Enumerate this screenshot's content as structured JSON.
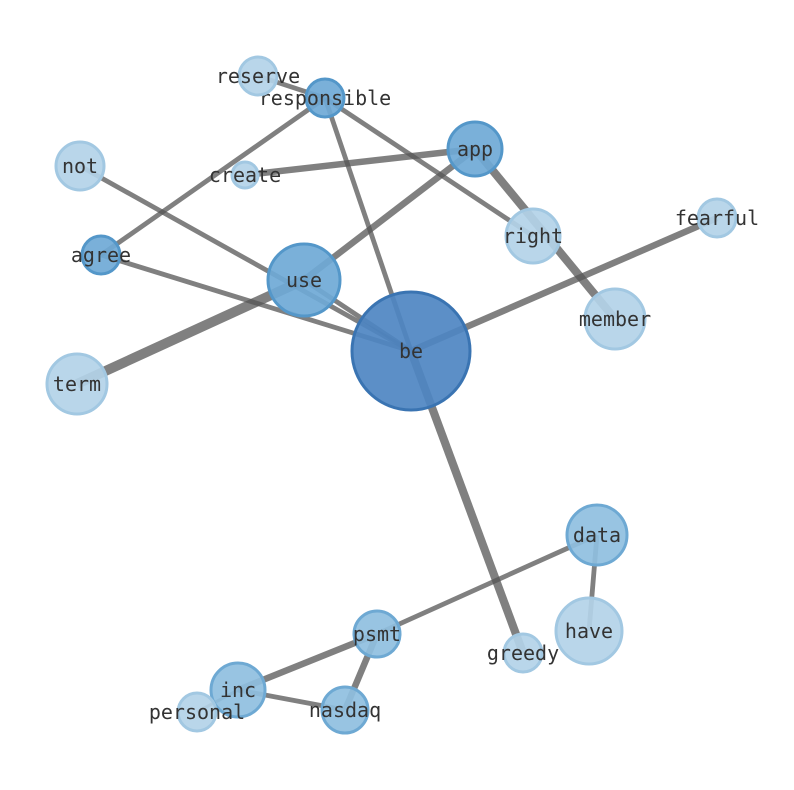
{
  "colors": {
    "level1": "#b3d3e8",
    "level2": "#8fbfe0",
    "level3": "#6fa9d6",
    "level4": "#4e86c2",
    "edge": "#555555",
    "label": "#333333"
  },
  "nodes": [
    {
      "id": "be",
      "label": "be",
      "level": 4
    },
    {
      "id": "use",
      "label": "use",
      "level": 3
    },
    {
      "id": "app",
      "label": "app",
      "level": 3
    },
    {
      "id": "responsible",
      "label": "responsible",
      "level": 3
    },
    {
      "id": "agree",
      "label": "agree",
      "level": 3
    },
    {
      "id": "data",
      "label": "data",
      "level": 2
    },
    {
      "id": "psmt",
      "label": "psmt",
      "level": 2
    },
    {
      "id": "inc",
      "label": "inc",
      "level": 2
    },
    {
      "id": "nasdaq",
      "label": "nasdaq",
      "level": 2
    },
    {
      "id": "reserve",
      "label": "reserve",
      "level": 1
    },
    {
      "id": "not",
      "label": "not",
      "level": 1
    },
    {
      "id": "create",
      "label": "create",
      "level": 1
    },
    {
      "id": "right",
      "label": "right",
      "level": 1
    },
    {
      "id": "fearful",
      "label": "fearful",
      "level": 1
    },
    {
      "id": "member",
      "label": "member",
      "level": 1
    },
    {
      "id": "term",
      "label": "term",
      "level": 1
    },
    {
      "id": "have",
      "label": "have",
      "level": 1
    },
    {
      "id": "greedy",
      "label": "greedy",
      "level": 1
    },
    {
      "id": "personal",
      "label": "personal",
      "level": 1
    }
  ],
  "edges": [
    {
      "source": "term",
      "target": "use",
      "weight": 5
    },
    {
      "source": "use",
      "target": "app",
      "weight": 3
    },
    {
      "source": "use",
      "target": "be",
      "weight": 2
    },
    {
      "source": "be",
      "target": "greedy",
      "weight": 4
    },
    {
      "source": "be",
      "target": "fearful",
      "weight": 3
    },
    {
      "source": "be",
      "target": "responsible",
      "weight": 2
    },
    {
      "source": "be",
      "target": "not",
      "weight": 2
    },
    {
      "source": "be",
      "target": "agree",
      "weight": 2
    },
    {
      "source": "app",
      "target": "member",
      "weight": 4
    },
    {
      "source": "app",
      "target": "create",
      "weight": 3
    },
    {
      "source": "responsible",
      "target": "agree",
      "weight": 2
    },
    {
      "source": "responsible",
      "target": "reserve",
      "weight": 2
    },
    {
      "source": "responsible",
      "target": "right",
      "weight": 2
    },
    {
      "source": "data",
      "target": "have",
      "weight": 2
    },
    {
      "source": "data",
      "target": "psmt",
      "weight": 2
    },
    {
      "source": "psmt",
      "target": "inc",
      "weight": 3
    },
    {
      "source": "psmt",
      "target": "nasdaq",
      "weight": 3
    },
    {
      "source": "inc",
      "target": "nasdaq",
      "weight": 2
    },
    {
      "source": "inc",
      "target": "personal",
      "weight": 1
    }
  ]
}
